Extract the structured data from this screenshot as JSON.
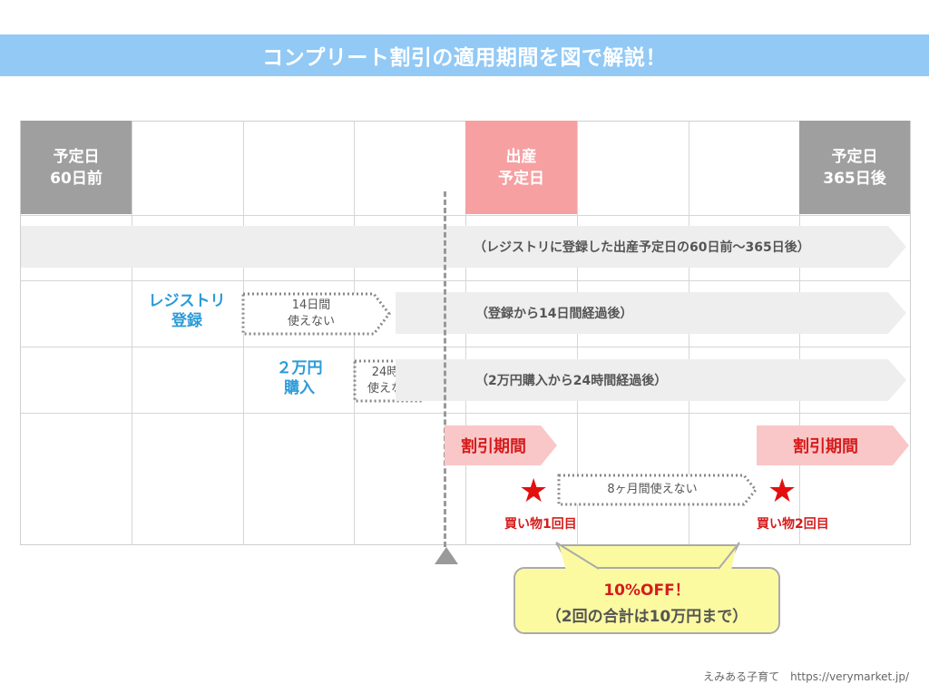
{
  "title": "コンプリート割引の適用期間を図で解説！",
  "header_cells": {
    "left": "予定日\n60日前",
    "due": "出産\n予定日",
    "right": "予定日\n365日後"
  },
  "rows": {
    "registry_period": "（レジストリに登録した出産予定日の60日前〜365日後）",
    "registration_label": "レジストリ\n登録",
    "no_use_14": "14日間\n使えない",
    "after_14": "（登録から14日間経過後）",
    "purchase_label": "２万円\n購入",
    "no_use_24": "24時間\n使えない",
    "after_24": "（2万円購入から24時間経過後）"
  },
  "discount": {
    "period_label_1": "割引期間",
    "period_label_2": "割引期間",
    "gap_label": "8ヶ月間使えない",
    "purchase_1": "買い物1回目",
    "purchase_2": "買い物2回目",
    "star_icon": "★"
  },
  "callout": {
    "line1": "10%OFF！",
    "line2": "（2回の合計は10万円まで）"
  },
  "credit": "えみある子育て　https://verymarket.jp/",
  "colors": {
    "title_bg": "#92c9f5",
    "header_gray": "#9f9f9f",
    "header_pink": "#f6a0a2",
    "accent_blue": "#2b9bd8",
    "accent_red": "#d51c1c",
    "callout_bg": "#fbfaa1"
  }
}
